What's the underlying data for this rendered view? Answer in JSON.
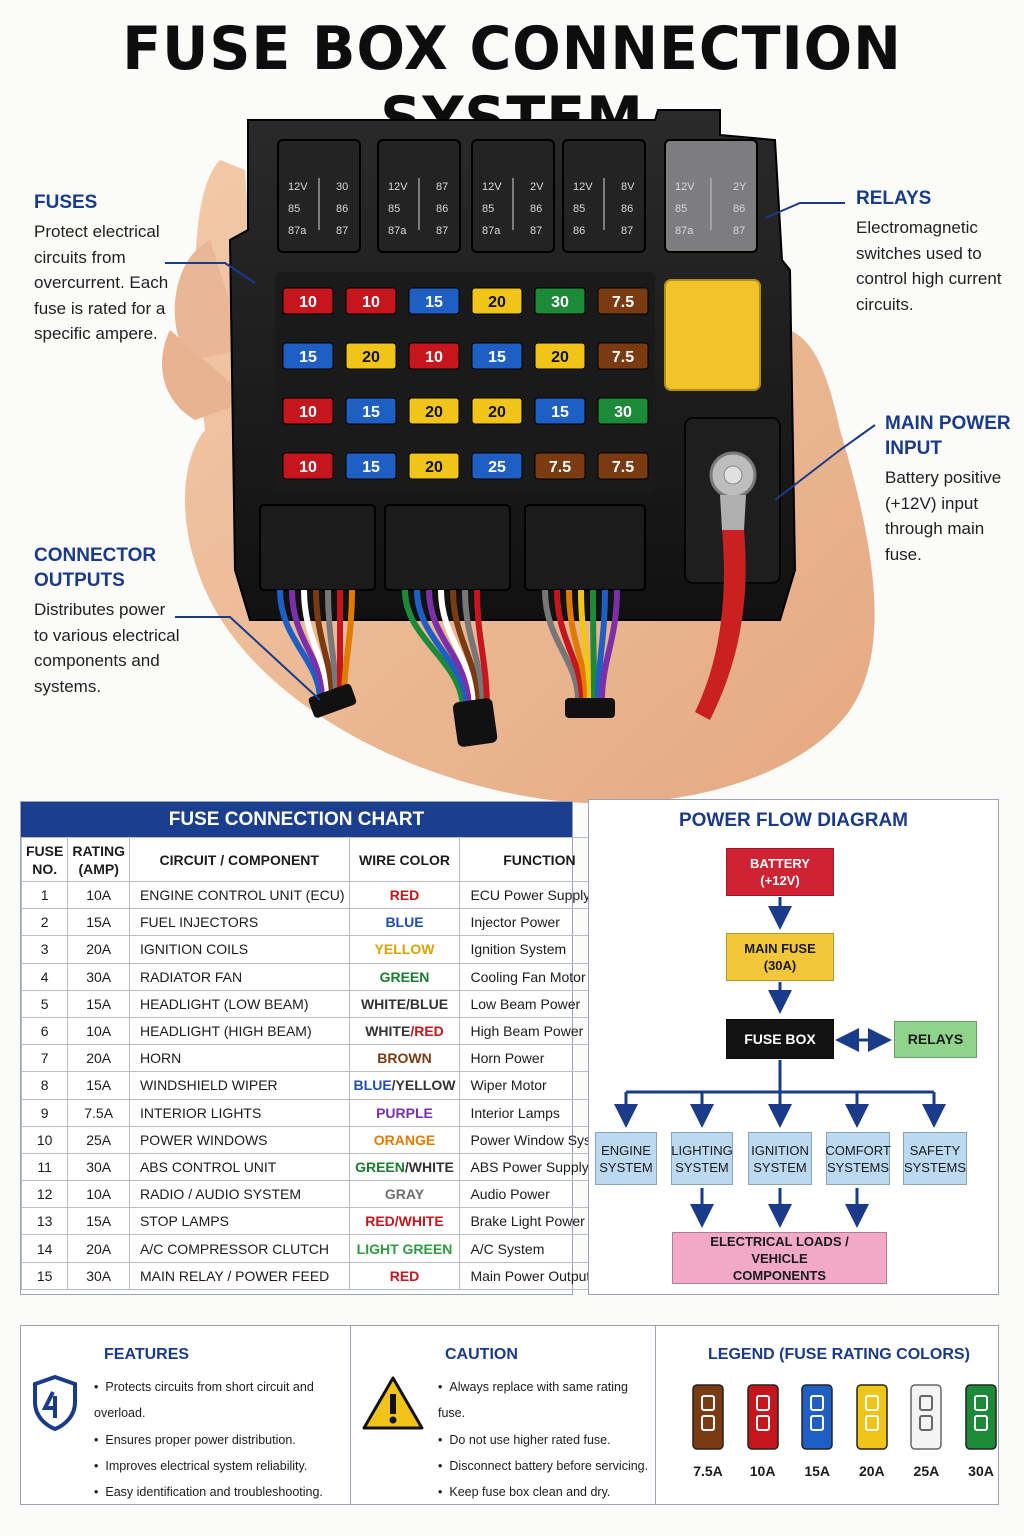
{
  "title": "FUSE BOX CONNECTION SYSTEM",
  "callouts": {
    "fuses": {
      "heading": "FUSES",
      "text": "Protect electrical circuits from overcurrent. Each fuse is rated for a specific ampere."
    },
    "relays": {
      "heading": "RELAYS",
      "text": "Electromagnetic switches used to control high current circuits."
    },
    "main_power": {
      "heading": "MAIN POWER INPUT",
      "text": "Battery positive (+12V) input through main fuse."
    },
    "connectors": {
      "heading": "CONNECTOR OUTPUTS",
      "text": "Distributes power to various electrical components and systems."
    }
  },
  "photo": {
    "relays": [
      {
        "lines": [
          "12V",
          "85",
          "87a"
        ],
        "right": [
          "30",
          "86",
          "87"
        ]
      },
      {
        "lines": [
          "12V",
          "85",
          "87a"
        ],
        "right": [
          "87",
          "86",
          "87"
        ]
      },
      {
        "lines": [
          "12V",
          "85",
          "87a"
        ],
        "right": [
          "2V",
          "86",
          "87"
        ]
      },
      {
        "lines": [
          "12V",
          "85",
          "86"
        ],
        "right": [
          "8V",
          "86",
          "87"
        ]
      },
      {
        "lines": [
          "12V",
          "85",
          "87a"
        ],
        "right": [
          "2Y",
          "86",
          "87"
        ]
      }
    ],
    "fuse_grid": [
      [
        "10",
        "10",
        "15",
        "20",
        "30",
        "7.5"
      ],
      [
        "15",
        "20",
        "10",
        "15",
        "20",
        "7.5"
      ],
      [
        "10",
        "15",
        "20",
        "20",
        "15",
        "30"
      ],
      [
        "10",
        "15",
        "20",
        "25",
        "7.5",
        "7.5"
      ]
    ]
  },
  "chart": {
    "title": "FUSE CONNECTION CHART",
    "columns": [
      "FUSE NO.",
      "RATING (AMP)",
      "CIRCUIT / COMPONENT",
      "WIRE COLOR",
      "FUNCTION"
    ],
    "rows": [
      {
        "no": "1",
        "rating": "10A",
        "circuit": "ENGINE CONTROL UNIT (ECU)",
        "wire": "RED",
        "function": "ECU Power Supply"
      },
      {
        "no": "2",
        "rating": "15A",
        "circuit": "FUEL INJECTORS",
        "wire": "BLUE",
        "function": "Injector Power"
      },
      {
        "no": "3",
        "rating": "20A",
        "circuit": "IGNITION COILS",
        "wire": "YELLOW",
        "function": "Ignition System"
      },
      {
        "no": "4",
        "rating": "30A",
        "circuit": "RADIATOR FAN",
        "wire": "GREEN",
        "function": "Cooling Fan Motor"
      },
      {
        "no": "5",
        "rating": "15A",
        "circuit": "HEADLIGHT (LOW BEAM)",
        "wire": "WHITE/BLUE",
        "function": "Low Beam Power"
      },
      {
        "no": "6",
        "rating": "10A",
        "circuit": "HEADLIGHT (HIGH BEAM)",
        "wire": "WHITE/RED",
        "function": "High Beam Power"
      },
      {
        "no": "7",
        "rating": "20A",
        "circuit": "HORN",
        "wire": "BROWN",
        "function": "Horn Power"
      },
      {
        "no": "8",
        "rating": "15A",
        "circuit": "WINDSHIELD WIPER",
        "wire": "BLUE/YELLOW",
        "function": "Wiper Motor"
      },
      {
        "no": "9",
        "rating": "7.5A",
        "circuit": "INTERIOR LIGHTS",
        "wire": "PURPLE",
        "function": "Interior Lamps"
      },
      {
        "no": "10",
        "rating": "25A",
        "circuit": "POWER WINDOWS",
        "wire": "ORANGE",
        "function": "Power Window System"
      },
      {
        "no": "11",
        "rating": "30A",
        "circuit": "ABS CONTROL UNIT",
        "wire": "GREEN/WHITE",
        "function": "ABS Power Supply"
      },
      {
        "no": "12",
        "rating": "10A",
        "circuit": "RADIO / AUDIO SYSTEM",
        "wire": "GRAY",
        "function": "Audio Power"
      },
      {
        "no": "13",
        "rating": "15A",
        "circuit": "STOP LAMPS",
        "wire": "RED/WHITE",
        "function": "Brake Light Power"
      },
      {
        "no": "14",
        "rating": "20A",
        "circuit": "A/C COMPRESSOR CLUTCH",
        "wire": "LIGHT GREEN",
        "function": "A/C System"
      },
      {
        "no": "15",
        "rating": "30A",
        "circuit": "MAIN RELAY / POWER FEED",
        "wire": "RED",
        "function": "Main Power Output"
      }
    ],
    "wire_colors": {
      "RED": [
        "#c4161c"
      ],
      "BLUE": [
        "#1f4fb5"
      ],
      "YELLOW": [
        "#d9a400"
      ],
      "GREEN": [
        "#1b7d2e"
      ],
      "WHITE/BLUE": [
        "#333333",
        "#333333"
      ],
      "WHITE/RED": [
        "#333333",
        "#c4161c"
      ],
      "BROWN": [
        "#7a3b12"
      ],
      "BLUE/YELLOW": [
        "#1f4fb5",
        "#333333"
      ],
      "PURPLE": [
        "#7b2fa8"
      ],
      "ORANGE": [
        "#e07b00"
      ],
      "GREEN/WHITE": [
        "#1b7d2e",
        "#333333"
      ],
      "GRAY": [
        "#6e6e6e"
      ],
      "RED/WHITE": [
        "#c4161c",
        "#c4161c"
      ],
      "LIGHT GREEN": [
        "#2e9b3e"
      ]
    }
  },
  "flow": {
    "title": "POWER FLOW DIAGRAM",
    "battery": "BATTERY (+12V)",
    "main_fuse": "MAIN FUSE (30A)",
    "fuse_box": "FUSE BOX",
    "relays": "RELAYS",
    "systems": [
      "ENGINE SYSTEM",
      "LIGHTING SYSTEM",
      "IGNITION SYSTEM",
      "COMFORT SYSTEMS",
      "SAFETY SYSTEMS"
    ],
    "loads": "ELECTRICAL LOADS / VEHICLE COMPONENTS",
    "colors": {
      "battery": "#cf2233",
      "main_fuse": "#f2c83a",
      "fuse_box": "#121212",
      "relays": "#8fd48a",
      "systems": "#bcd9f2",
      "loads": "#f1a9c7",
      "arrow": "#1a3b8a"
    }
  },
  "features": {
    "title": "FEATURES",
    "items": [
      "Protects circuits from short circuit and overload.",
      "Ensures proper power distribution.",
      "Improves electrical system reliability.",
      "Easy identification and troubleshooting."
    ]
  },
  "caution": {
    "title": "CAUTION",
    "items": [
      "Always replace with same rating fuse.",
      "Do not use higher rated fuse.",
      "Disconnect battery before servicing.",
      "Keep fuse box clean and dry."
    ]
  },
  "legend": {
    "title": "LEGEND (FUSE RATING COLORS)",
    "items": [
      {
        "label": "7.5A",
        "color": "#7a3b12"
      },
      {
        "label": "10A",
        "color": "#c4161c"
      },
      {
        "label": "15A",
        "color": "#1f5fc4"
      },
      {
        "label": "20A",
        "color": "#f0c419"
      },
      {
        "label": "25A",
        "color": "#f4f4f4"
      },
      {
        "label": "30A",
        "color": "#1d8a3a"
      }
    ]
  },
  "fuse_colors": {
    "7.5": "#7a3b12",
    "10": "#c4161c",
    "15": "#1f5fc4",
    "20": "#f0c419",
    "25": "#1f5fc4",
    "30": "#1d8a3a"
  }
}
